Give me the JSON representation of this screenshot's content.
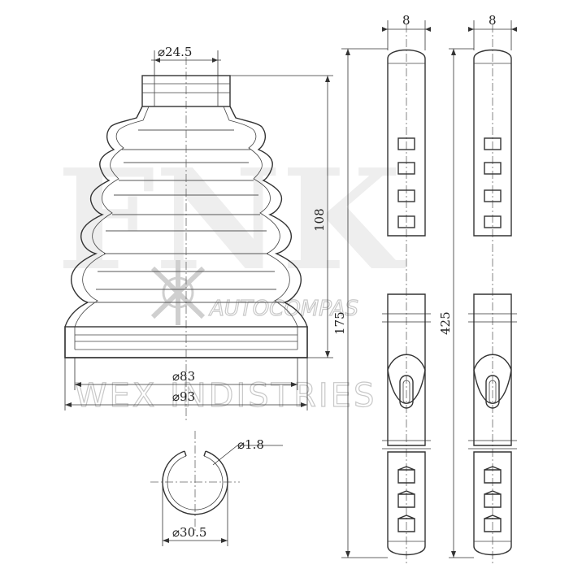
{
  "watermark": {
    "logo": "FNK",
    "brand": "AUTOCOMPAS",
    "line": "WEX INDISTRIES"
  },
  "dimensions": {
    "top_diameter": "⌀24.5",
    "height": "108",
    "inner_diameter": "⌀83",
    "outer_diameter": "⌀93",
    "wire_diameter": "⌀1.8",
    "ring_diameter": "⌀30.5",
    "total_height": "175",
    "strap_length": "425",
    "strap_width_a": "8",
    "strap_width_b": "8"
  }
}
